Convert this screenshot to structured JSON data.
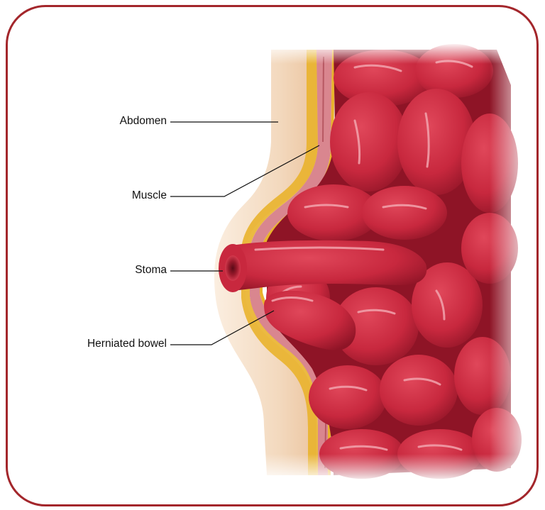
{
  "colors": {
    "frame_border": "#a3262b",
    "bowel": "#c8283e",
    "bowel_highlight": "#f2a4ae",
    "bowel_shadow": "#7e1020",
    "skin": "#f3d9be",
    "fat": "#e9b22c",
    "muscle": "#d9868f",
    "leader_line": "#111111"
  },
  "labels": {
    "abdomen": "Abdomen",
    "muscle": "Muscle",
    "stoma": "Stoma",
    "herniated_bowel": "Herniated bowel"
  }
}
